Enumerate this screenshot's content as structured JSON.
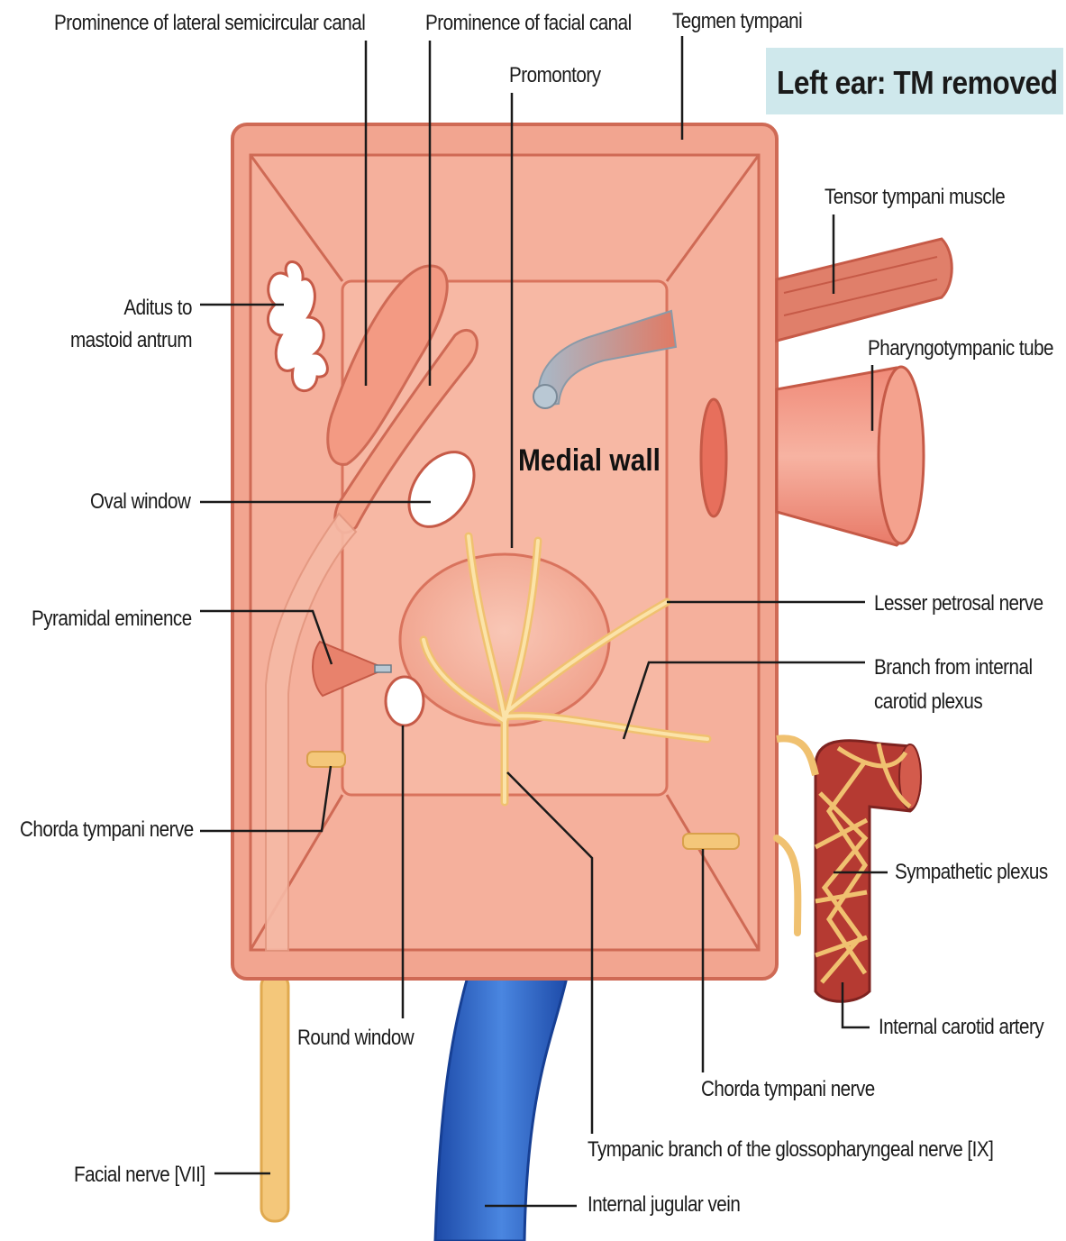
{
  "title": "Left ear: TM removed",
  "center_label": "Medial wall",
  "labels": {
    "prominence_lateral_canal": "Prominence of lateral semicircular canal",
    "prominence_facial_canal": "Prominence of facial canal",
    "tegmen_tympani": "Tegmen tympani",
    "promontory": "Promontory",
    "tensor_tympani_muscle": "Tensor tympani muscle",
    "pharyngotympanic_tube": "Pharyngotympanic tube",
    "aditus_line1": "Aditus to",
    "aditus_line2": "mastoid antrum",
    "oval_window": "Oval window",
    "pyramidal_eminence": "Pyramidal eminence",
    "lesser_petrosal_nerve": "Lesser petrosal nerve",
    "branch_line1": "Branch from internal",
    "branch_line2": "carotid plexus",
    "chorda_tympani_left": "Chorda tympani nerve",
    "sympathetic_plexus": "Sympathetic plexus",
    "internal_carotid_artery": "Internal carotid artery",
    "round_window": "Round window",
    "chorda_tympani_bottom": "Chorda tympani nerve",
    "tympanic_branch": "Tympanic branch of the glossopharyngeal nerve [IX]",
    "facial_nerve": "Facial nerve [VII]",
    "internal_jugular_vein": "Internal jugular vein"
  },
  "colors": {
    "wall": "#f3a58f",
    "wall_dark": "#d9735d",
    "nerve": "#f7d48a",
    "vein": "#2f66c8",
    "artery": "#b53a32",
    "muscle": "#d9705c",
    "title_bg": "#cfe8ec"
  }
}
